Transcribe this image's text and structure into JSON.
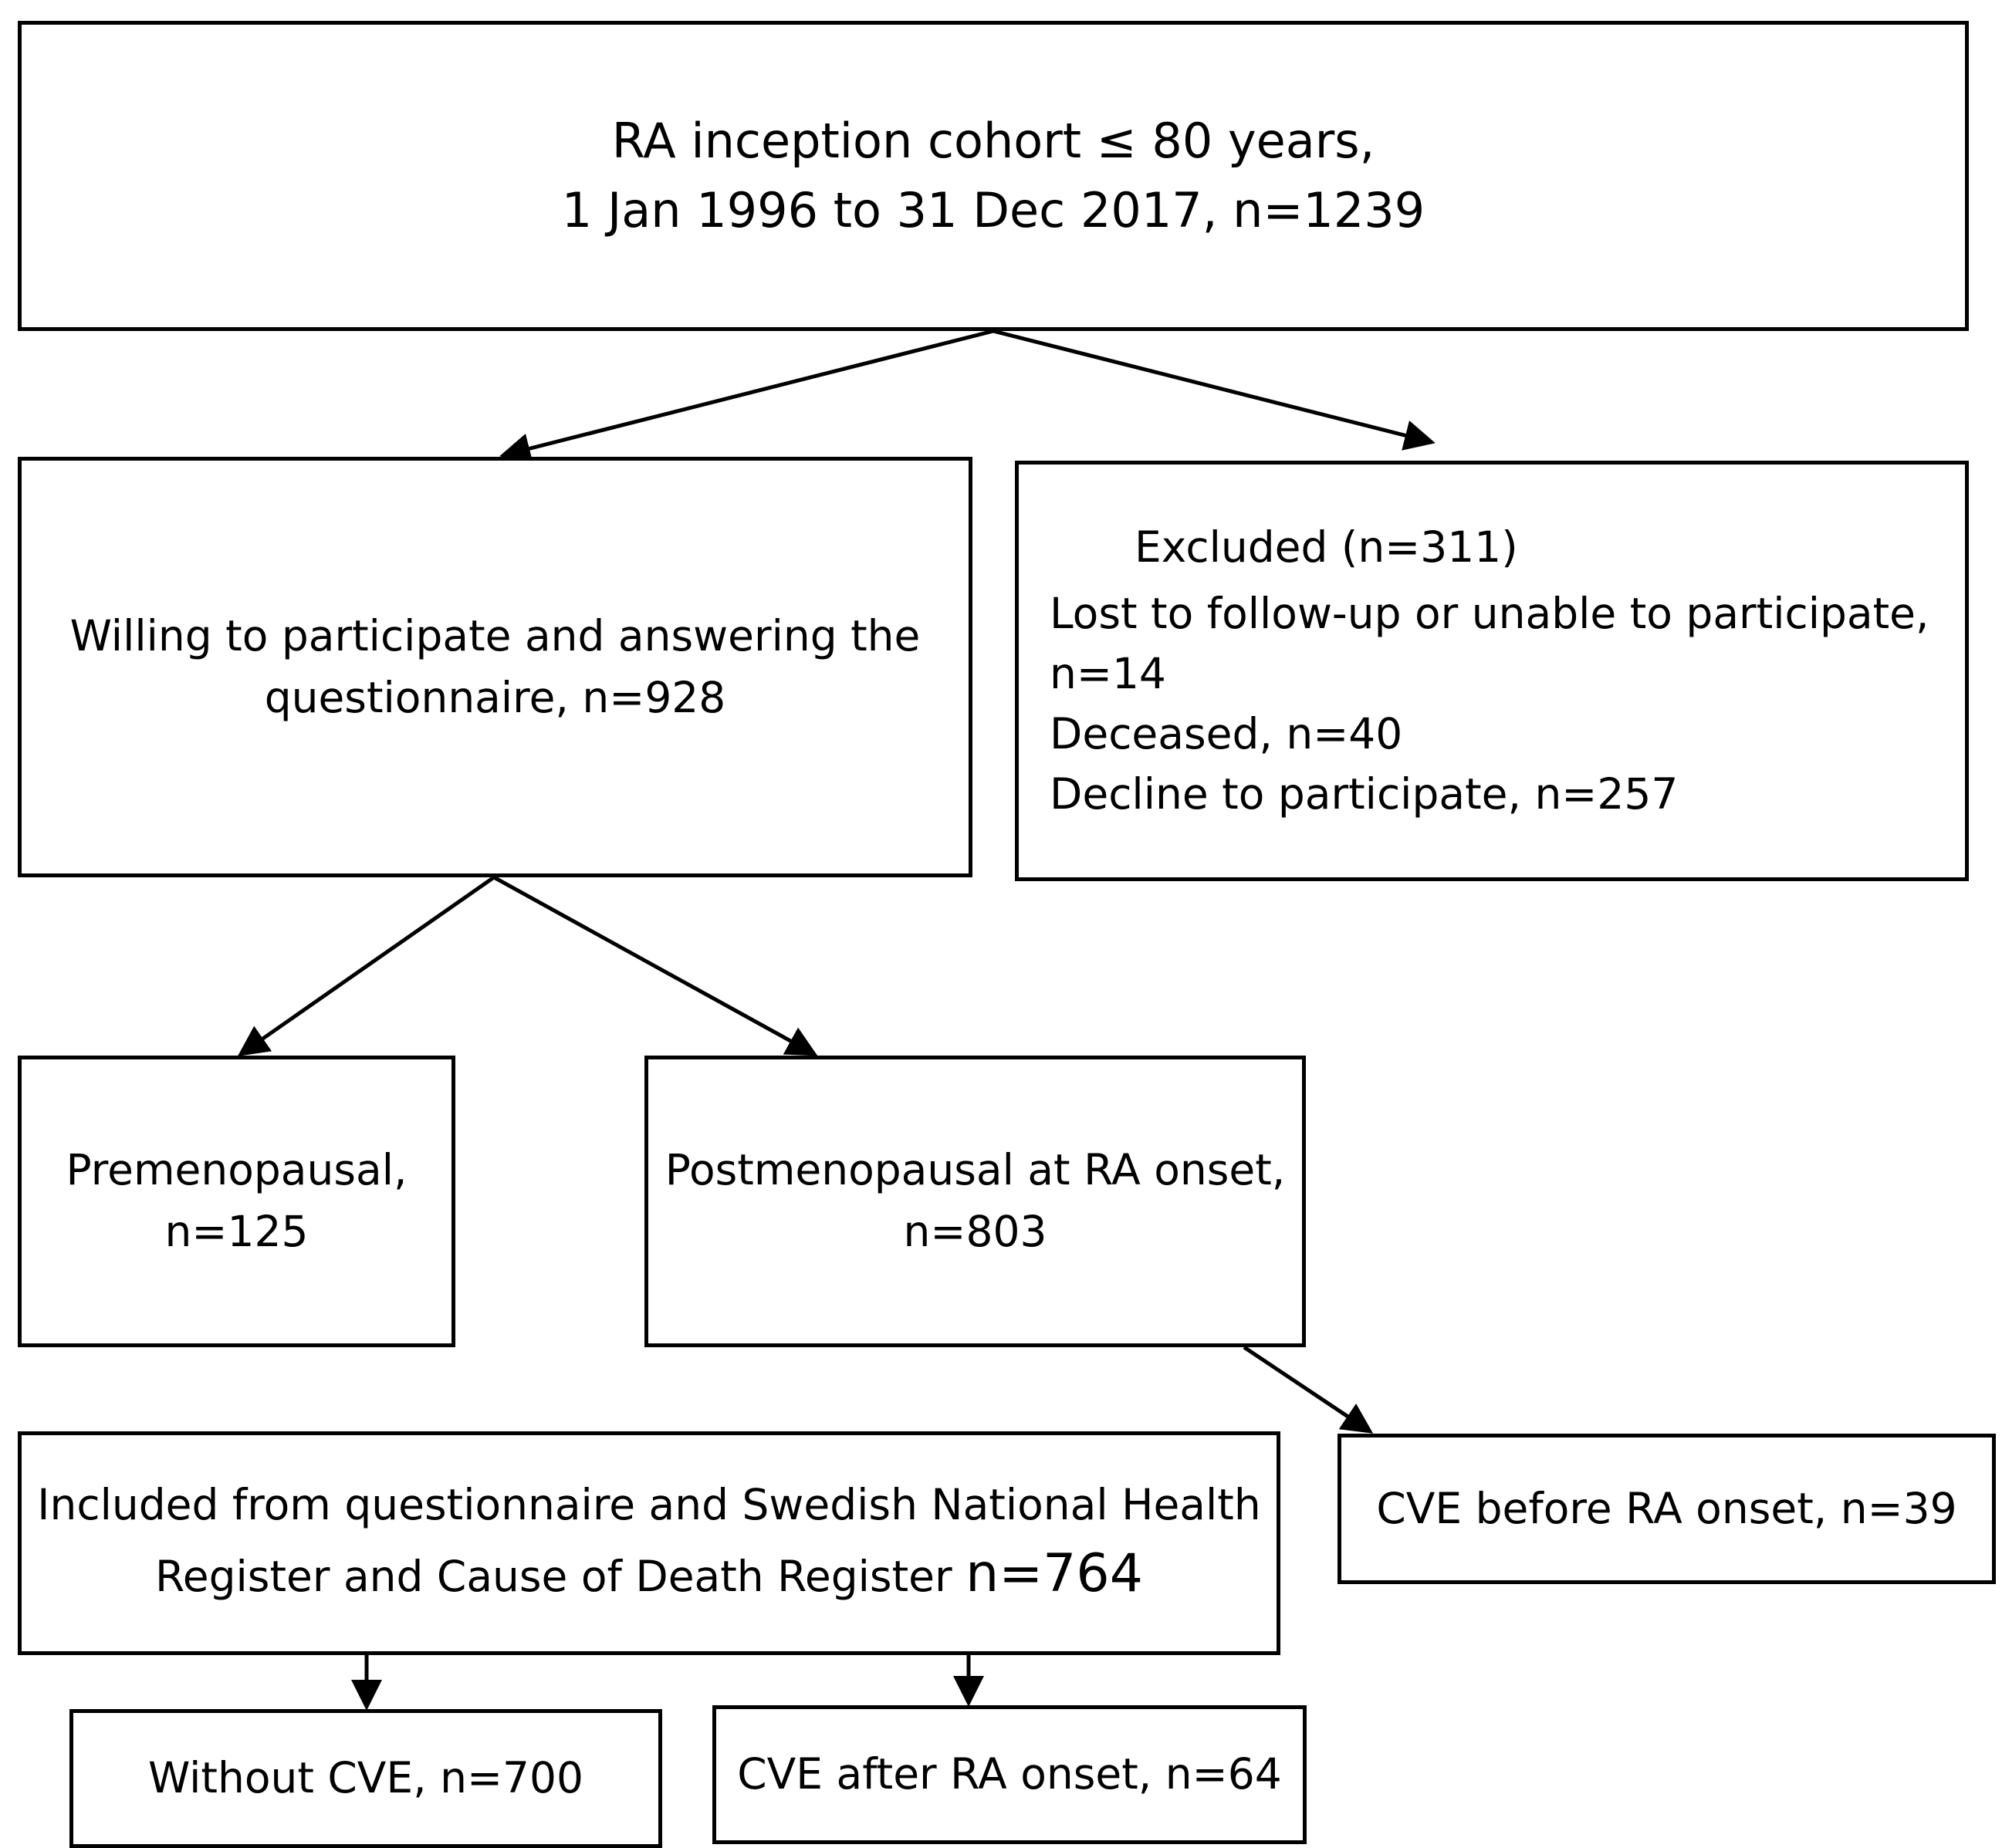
{
  "flowchart": {
    "cohort": {
      "line1": "RA inception cohort ≤ 80 years,",
      "line2": "1 Jan 1996 to 31 Dec 2017, n=1239"
    },
    "willing": {
      "line1": "Willing to participate and answering the",
      "line2": "questionnaire, n=928"
    },
    "excluded": {
      "title": "Excluded (n=311)",
      "line1": "Lost to follow-up or unable to participate,",
      "line2": "n=14",
      "line3": "Deceased, n=40",
      "line4": "Decline to participate, n=257"
    },
    "premenopausal": {
      "line1": "Premenopausal,",
      "line2": "n=125"
    },
    "postmenopausal": {
      "line1": "Postmenopausal at RA onset,",
      "line2": "n=803"
    },
    "cve_before": {
      "label": "CVE before RA onset, n=39"
    },
    "included": {
      "line1": "Included from questionnaire and Swedish National Health",
      "line2": "Register and Cause of Death Register",
      "count": "n=764"
    },
    "without_cve": {
      "label": "Without CVE, n=700"
    },
    "cve_after": {
      "label": "CVE after RA onset, n=64"
    }
  },
  "colors": {
    "line": "#000000",
    "background": "#ffffff"
  }
}
